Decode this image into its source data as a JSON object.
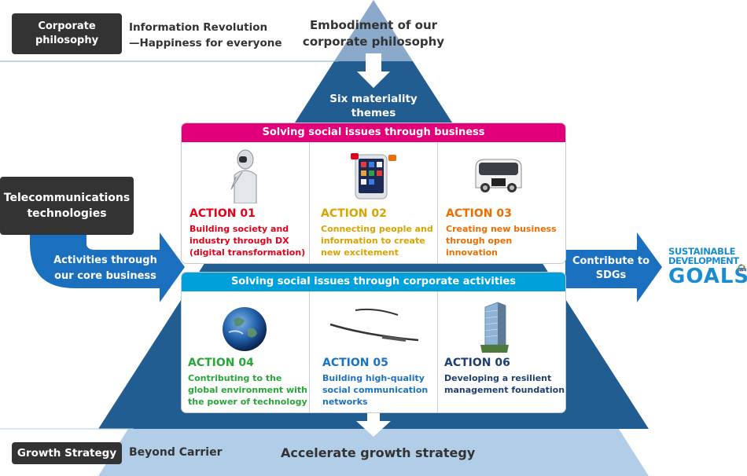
{
  "philosophy": {
    "badge": "Corporate philosophy",
    "statement_line1": "Information Revolution",
    "statement_line2": "—Happiness for everyone"
  },
  "pyramid": {
    "top_label": "Embodiment of our corporate philosophy",
    "mid_label": "Six materiality themes",
    "bottom_label": "Accelerate growth strategy",
    "colors": {
      "top": "#8aa9cb",
      "middle": "#215d91",
      "bottom": "#b1cde8"
    }
  },
  "left_flow": {
    "badge": "Telecommunications technologies",
    "arrow_label": "Activities through our core business",
    "arrow_color": "#1a6fbf"
  },
  "right_flow": {
    "arrow_label": "Contribute to SDGs",
    "arrow_color": "#1a6fbf",
    "sdg_logo_line1": "SUSTAINABLE",
    "sdg_logo_line2": "DEVELOPMENT",
    "sdg_logo_line3": "GOALS"
  },
  "business_panel": {
    "header": "Solving social issues through business",
    "header_color": "#e2007a",
    "actions": [
      {
        "title": "ACTION 01",
        "desc": "Building society and\nindustry through DX\n(digital transformation)",
        "color": "#e2001a",
        "icon": "robot-icon"
      },
      {
        "title": "ACTION 02",
        "desc": "Connecting people and\ninformation to create\nnew excitement",
        "color": "#d9a300",
        "icon": "smartphone-icon"
      },
      {
        "title": "ACTION 03",
        "desc": "Creating new business\nthrough open innovation",
        "color": "#ec6d00",
        "icon": "autonomous-bus-icon"
      }
    ]
  },
  "corporate_panel": {
    "header": "Solving social issues through corporate activities",
    "header_color": "#00a0dc",
    "actions": [
      {
        "title": "ACTION 04",
        "desc": "Contributing to the\nglobal environment with\nthe power of technology",
        "color": "#2aa53a",
        "icon": "earth-icon"
      },
      {
        "title": "ACTION 05",
        "desc": "Building high-quality\nsocial communication\nnetworks",
        "color": "#1b72bf",
        "icon": "stratosphere-platform-icon"
      },
      {
        "title": "ACTION 06",
        "desc": "Developing a resilient\nmanagement foundation",
        "color": "#1f3f6e",
        "icon": "office-building-icon"
      }
    ]
  },
  "growth": {
    "badge": "Growth Strategy",
    "label": "Beyond Carrier"
  }
}
